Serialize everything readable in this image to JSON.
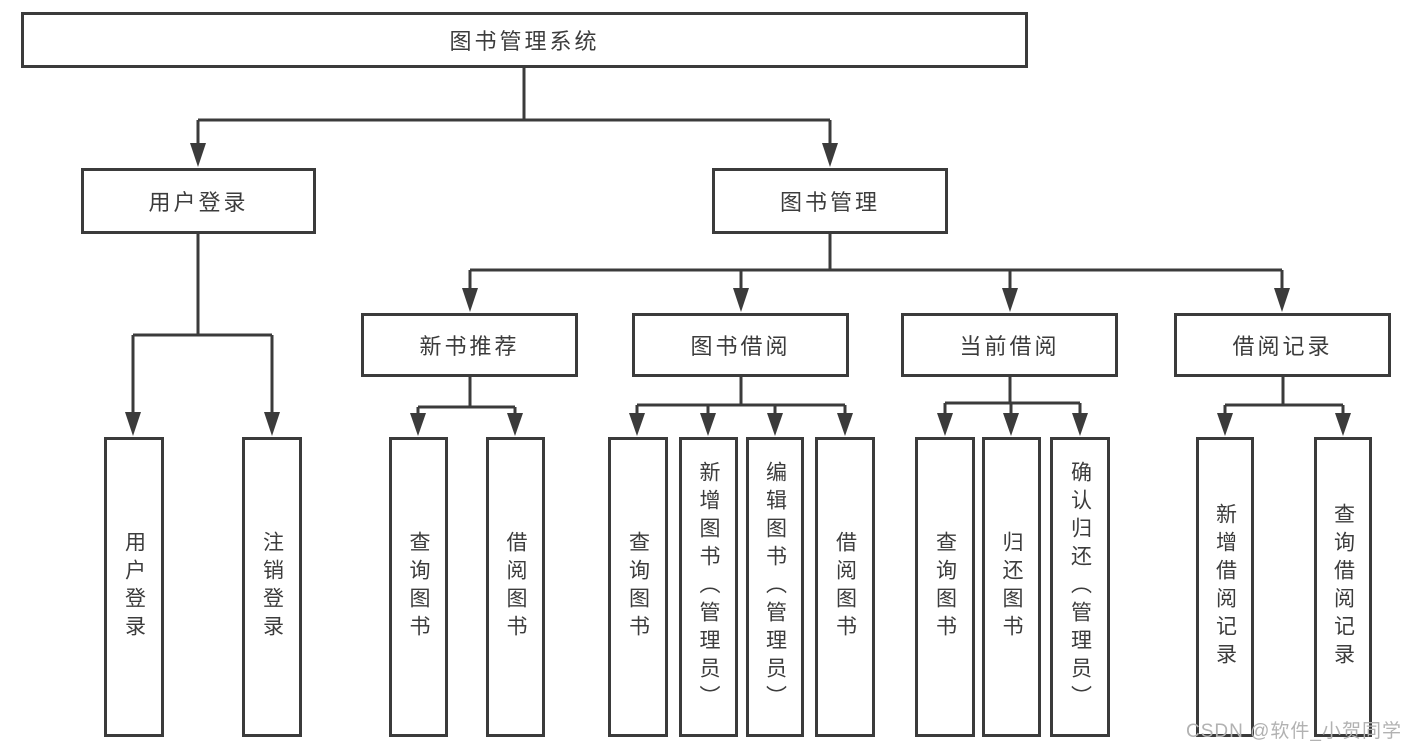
{
  "diagram": {
    "root": {
      "label": "图书管理系统"
    },
    "level2": [
      {
        "label": "用户登录"
      },
      {
        "label": "图书管理"
      }
    ],
    "level3": [
      {
        "label": "新书推荐"
      },
      {
        "label": "图书借阅"
      },
      {
        "label": "当前借阅"
      },
      {
        "label": "借阅记录"
      }
    ],
    "leaves": [
      {
        "label": "用户登录"
      },
      {
        "label": "注销登录"
      },
      {
        "label": "查询图书"
      },
      {
        "label": "借阅图书"
      },
      {
        "label": "查询图书"
      },
      {
        "label": "新增图书（管理员）"
      },
      {
        "label": "编辑图书（管理员）"
      },
      {
        "label": "借阅图书"
      },
      {
        "label": "查询图书"
      },
      {
        "label": "归还图书"
      },
      {
        "label": "确认归还（管理员）"
      },
      {
        "label": "新增借阅记录"
      },
      {
        "label": "查询借阅记录"
      }
    ]
  },
  "watermark": {
    "text": "CSDN @软件_小贺同学"
  },
  "colors": {
    "line": "#3b3b3b",
    "text": "#3c3c3c",
    "watermark": "#b2b2b2",
    "background": "#ffffff"
  }
}
